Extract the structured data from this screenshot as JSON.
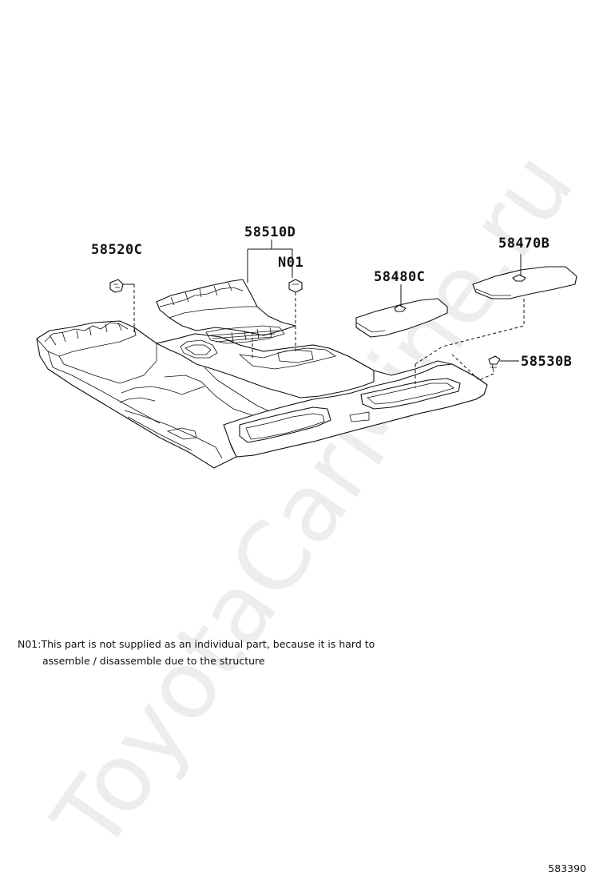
{
  "parts": {
    "p58520C": "58520C",
    "p58510D": "58510D",
    "pN01": "N01",
    "p58480C": "58480C",
    "p58470B": "58470B",
    "p58530B": "58530B"
  },
  "note": {
    "line1": "N01:This part is not supplied as an individual part, because it is hard to",
    "line2": "assemble / disassemble due to the structure"
  },
  "figure_id": "583390",
  "watermark": "ToyotaCarMine.ru"
}
